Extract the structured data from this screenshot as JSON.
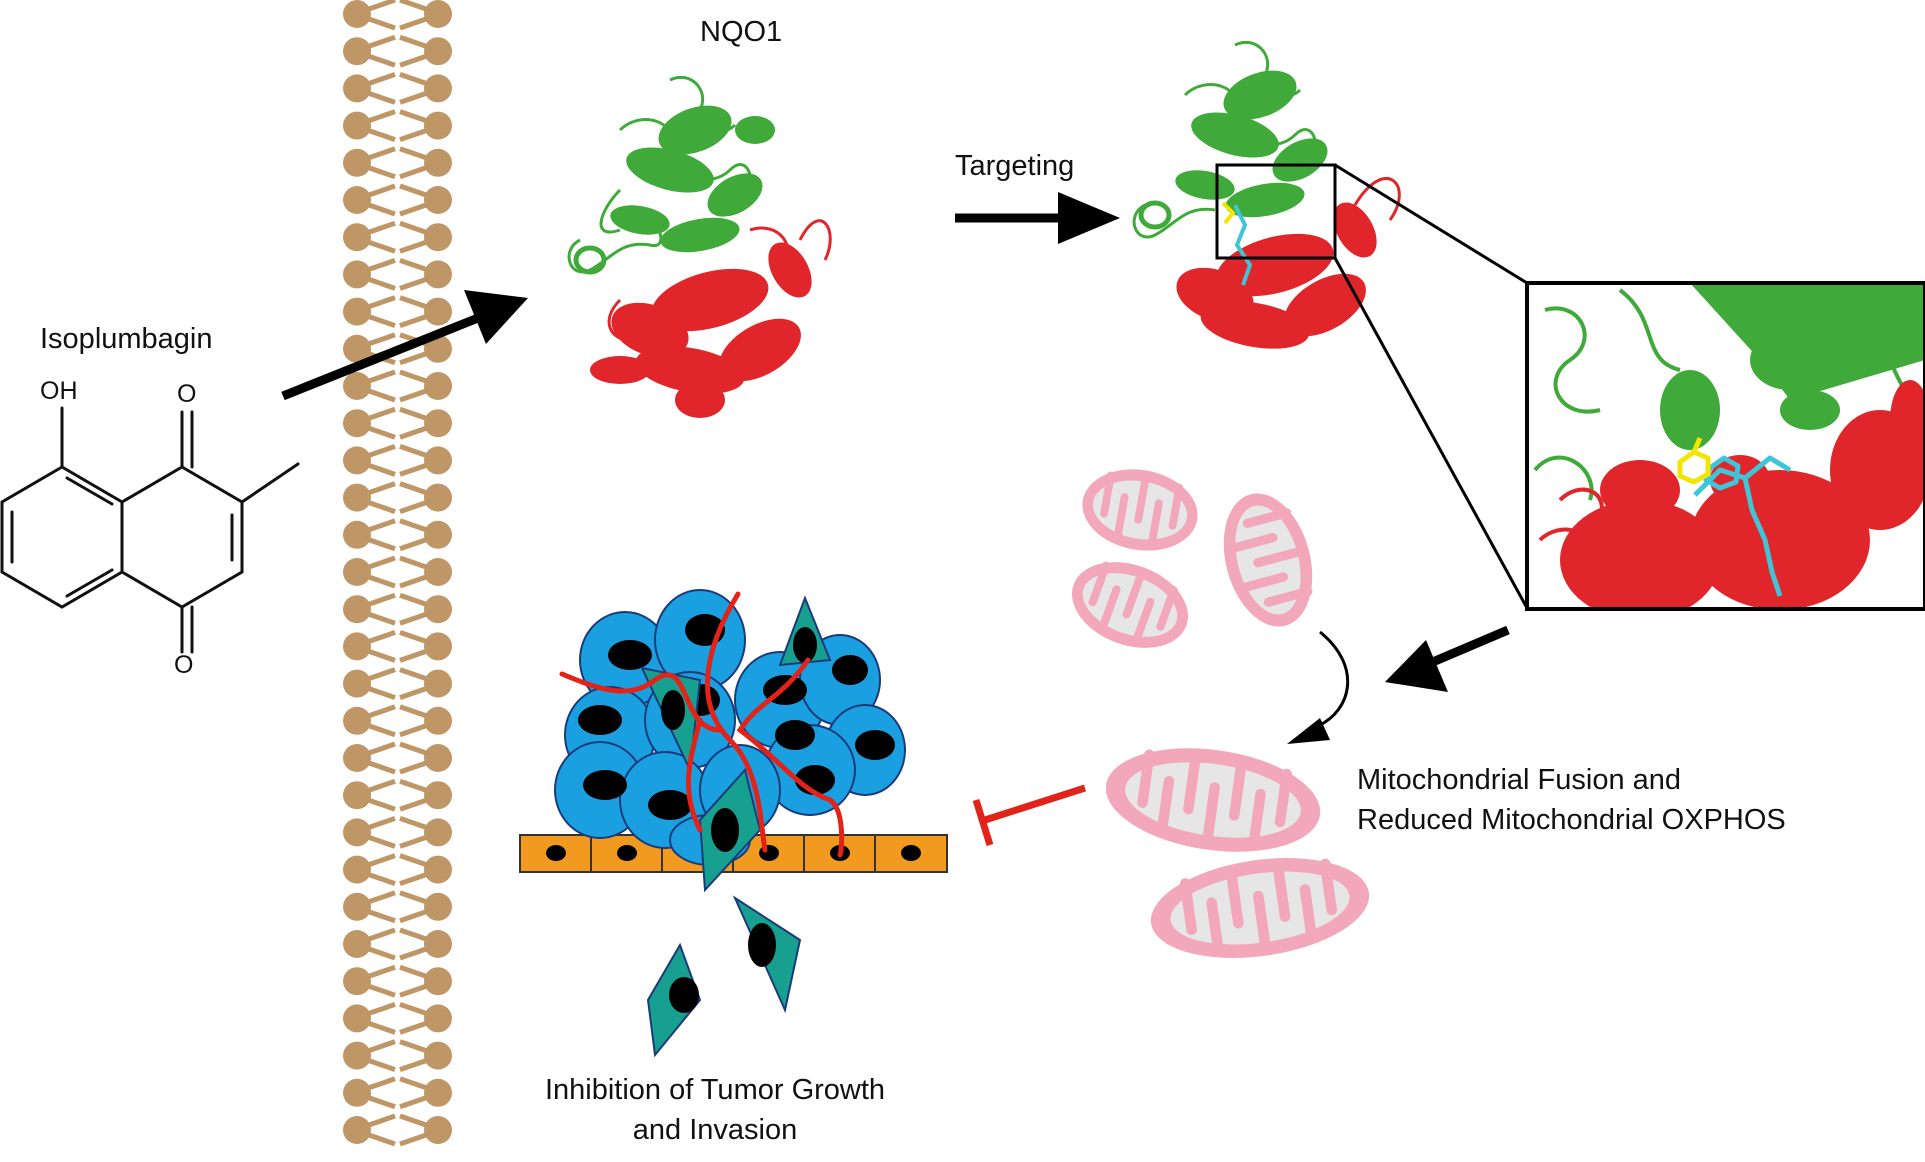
{
  "labels": {
    "compound": "Isoplumbagin",
    "protein": "NQO1",
    "targeting": "Targeting",
    "mito_line1": "Mitochondrial Fusion and",
    "mito_line2": "Reduced Mitochondrial OXPHOS",
    "tumor_line1": "Inhibition of Tumor Growth",
    "tumor_line2": "and Invasion"
  },
  "chemistry": {
    "hydroxyl": "OH",
    "oxygen_top": "O",
    "oxygen_bottom": "O"
  },
  "colors": {
    "membrane": "#bf9766",
    "nqo1_domain_a": "#3faa3a",
    "nqo1_domain_b": "#e0262a",
    "ligand_yellow": "#f2e600",
    "ligand_cyan": "#3ec6d8",
    "mito_outer": "#f2a7bb",
    "mito_inner": "#e6e6e6",
    "tumor_cell": "#1aa0e0",
    "invasive_cell": "#17a08f",
    "basement_cells": "#f29a1f",
    "vessel": "#e2231a",
    "inhibit_bar": "#e2231a",
    "arrow": "#000000"
  },
  "icons": [
    "lipid-bilayer-icon",
    "protein-structure-icon",
    "mitochondrion-icon",
    "tumor-cell-cluster-icon",
    "inhibition-bar-icon"
  ]
}
